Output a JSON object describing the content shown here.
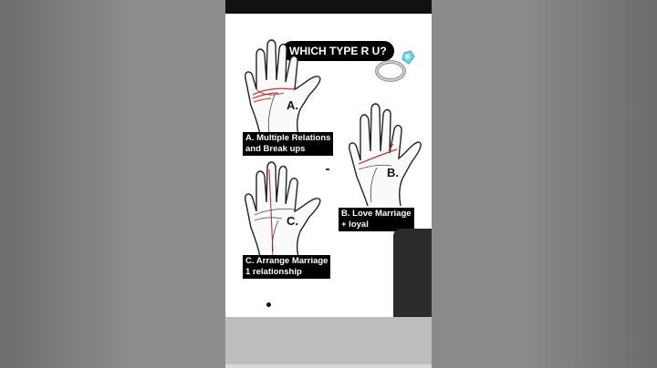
{
  "title": "WHICH TYPE R U?",
  "hands": [
    {
      "letter": "A.",
      "label": "A. Multiple Relations\nand Break ups"
    },
    {
      "letter": "B.",
      "label": "B. Love Marriage\n+ loyal"
    },
    {
      "letter": "C.",
      "label": "C. Arrange Marriage\n1 relationship"
    }
  ],
  "icons": {
    "ring": "diamond-ring-icon"
  },
  "colors": {
    "line_red": "#d62b2b",
    "ink": "#222222",
    "gem": "#6fd6e8"
  }
}
